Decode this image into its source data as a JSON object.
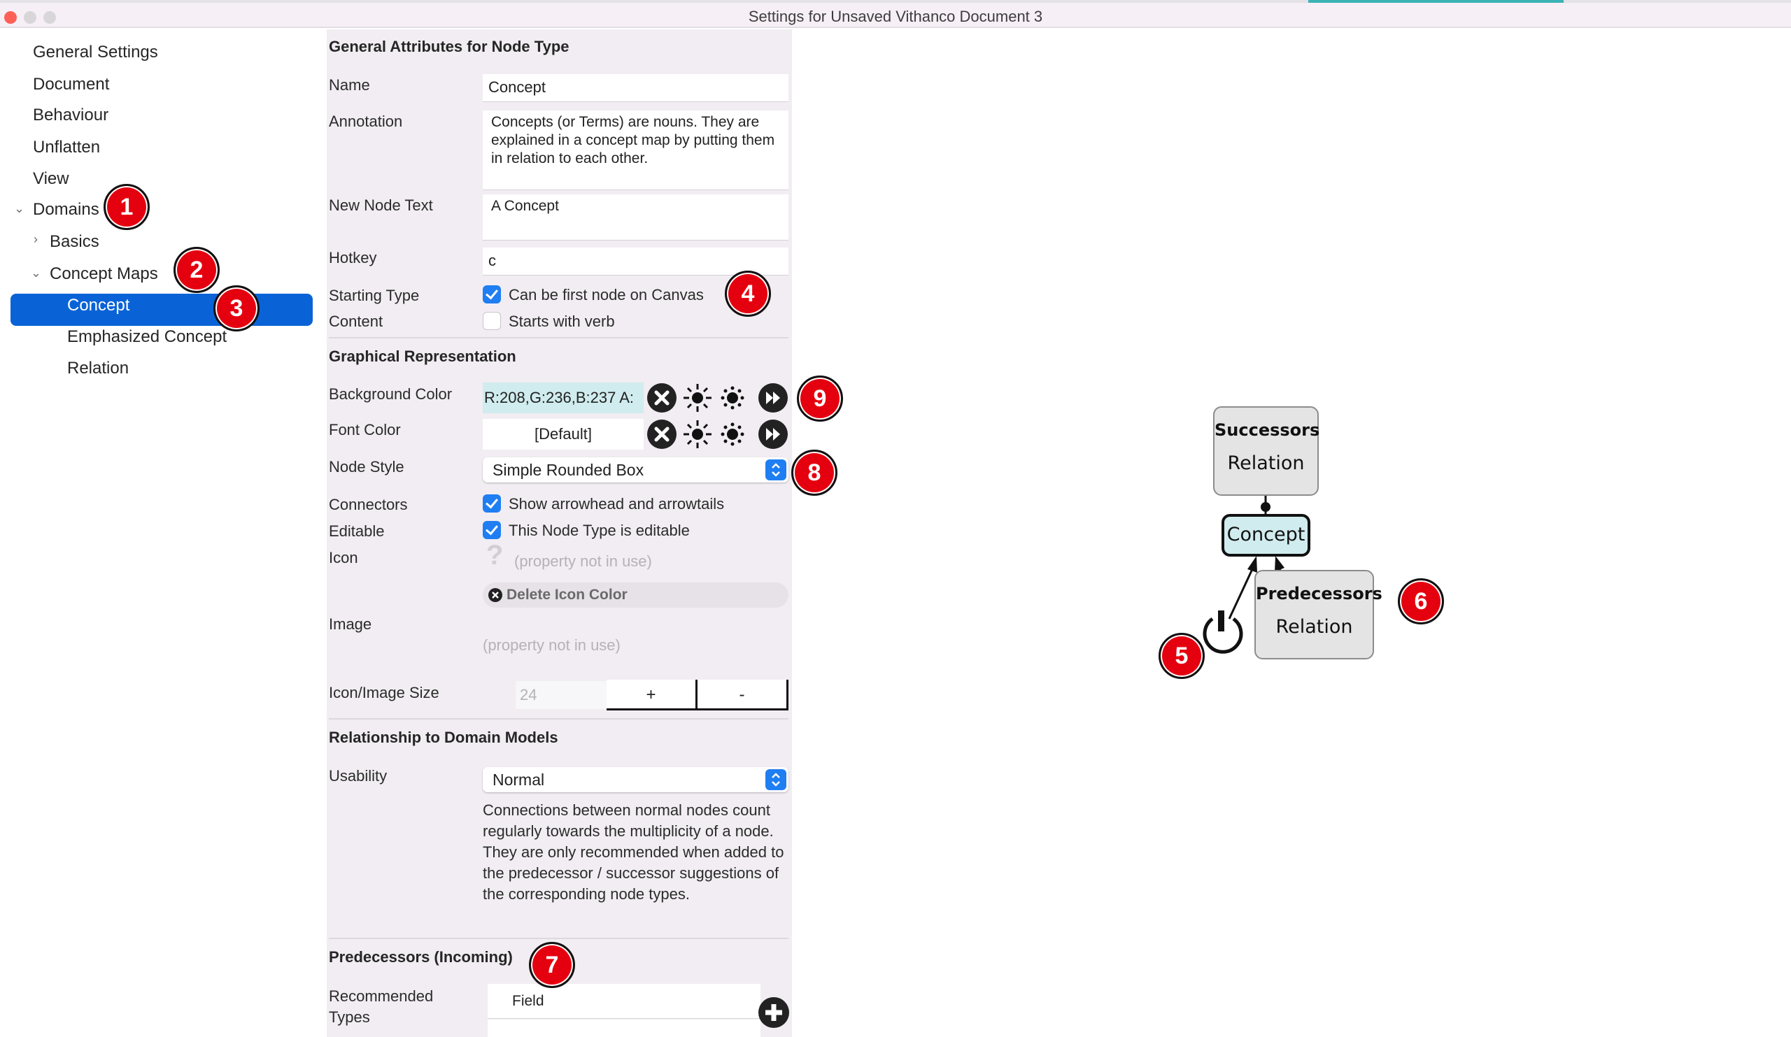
{
  "window": {
    "title": "Settings for Unsaved Vithanco Document 3",
    "traffic_lights": [
      "close",
      "minimize",
      "zoom"
    ]
  },
  "sidebar": {
    "items": [
      {
        "label": "General Settings",
        "level": 0
      },
      {
        "label": "Document",
        "level": 0
      },
      {
        "label": "Behaviour",
        "level": 0
      },
      {
        "label": "Unflatten",
        "level": 0
      },
      {
        "label": "View",
        "level": 0
      },
      {
        "label": "Domains",
        "level": 0,
        "expanded": true
      },
      {
        "label": "Basics",
        "level": 1,
        "expanded": false
      },
      {
        "label": "Concept Maps",
        "level": 1,
        "expanded": true
      },
      {
        "label": "Concept",
        "level": 2,
        "selected": true
      },
      {
        "label": "Emphasized Concept",
        "level": 2
      },
      {
        "label": "Relation",
        "level": 2
      }
    ]
  },
  "general": {
    "section_title": "General Attributes for Node Type",
    "name_label": "Name",
    "name_value": "Concept",
    "annotation_label": "Annotation",
    "annotation_value": "Concepts (or Terms) are nouns. They are explained in a concept map by putting them in relation to each other.",
    "new_node_text_label": "New Node Text",
    "new_node_text_value": "A Concept",
    "hotkey_label": "Hotkey",
    "hotkey_value": "c",
    "starting_type_label": "Starting Type",
    "starting_type_checkbox": "Can be first node on Canvas",
    "starting_type_checked": true,
    "content_label": "Content",
    "content_checkbox": "Starts with verb",
    "content_checked": false
  },
  "graphical": {
    "section_title": "Graphical Representation",
    "bg_color_label": "Background Color",
    "bg_color_value": "R:208,G:236,B:237 A:",
    "bg_color_hex": "#d0ecee",
    "font_color_label": "Font Color",
    "font_color_value": "[Default]",
    "node_style_label": "Node Style",
    "node_style_value": "Simple Rounded Box",
    "connectors_label": "Connectors",
    "connectors_checkbox": "Show arrowhead and arrowtails",
    "connectors_checked": true,
    "editable_label": "Editable",
    "editable_checkbox": "This Node Type is editable",
    "editable_checked": true,
    "icon_label": "Icon",
    "icon_value": "(property not in use)",
    "delete_icon_color": "Delete Icon Color",
    "image_label": "Image",
    "image_value": "(property not in use)",
    "size_label": "Icon/Image Size",
    "size_value": "24",
    "size_plus": "+",
    "size_minus": "-"
  },
  "relationship": {
    "section_title": "Relationship to Domain Models",
    "usability_label": "Usability",
    "usability_value": "Normal",
    "usability_description": "Connections between normal nodes count regularly towards the multiplicity of a node. They are only recommended when added to the predecessor / successor suggestions of the corresponding node types."
  },
  "predecessors": {
    "section_title": "Predecessors (Incoming)",
    "recommended_label": "Recommended Types",
    "types": [
      "Field"
    ]
  },
  "diagram": {
    "successors_title": "Successors",
    "successors_type": "Relation",
    "concept_label": "Concept",
    "predecessors_title": "Predecessors",
    "predecessors_type": "Relation"
  },
  "annotations": [
    "1",
    "2",
    "3",
    "4",
    "5",
    "6",
    "7",
    "8",
    "9"
  ],
  "colors": {
    "accent": "#0a63d6",
    "checkbox": "#1f7ef2",
    "badge": "#e5000f",
    "panel_bg": "#f1edf2"
  }
}
